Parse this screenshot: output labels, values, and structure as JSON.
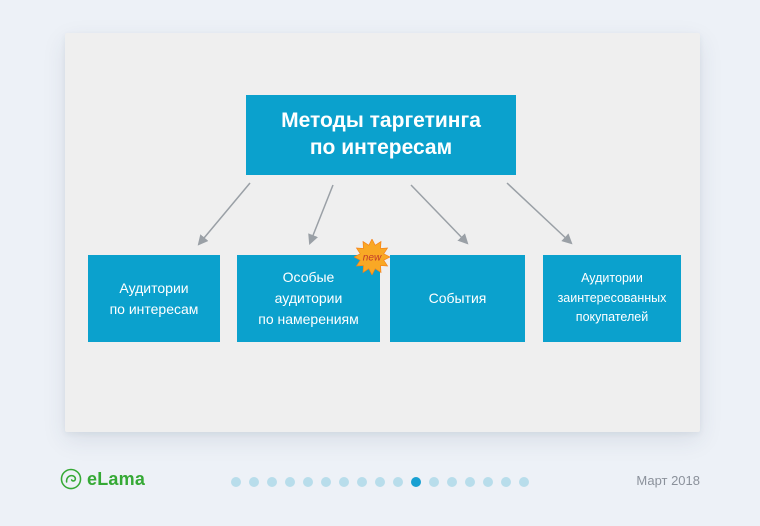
{
  "slide": {
    "title_line1": "Методы таргетинга",
    "title_line2": "по интересам",
    "boxes": [
      {
        "label": "Аудитории\nпо интересам"
      },
      {
        "label": "Особые\nаудитории\nпо намерениям",
        "badge": "new"
      },
      {
        "label": "События"
      },
      {
        "label": "Аудитории\nзаинтересованных\nпокупателей"
      }
    ]
  },
  "footer": {
    "logo_text": "eLama",
    "date": "Март 2018",
    "dots_total": 17,
    "dots_active_index": 10
  },
  "colors": {
    "accent": "#0ba1cd",
    "arrow": "#9aa0a6",
    "dot_active": "#18a0d2",
    "dot_inactive": "#b8ddeb",
    "badge_fill": "#f9a825",
    "badge_stroke": "#f57f17",
    "badge_text": "#c0392b",
    "logo_green": "#35a935"
  }
}
